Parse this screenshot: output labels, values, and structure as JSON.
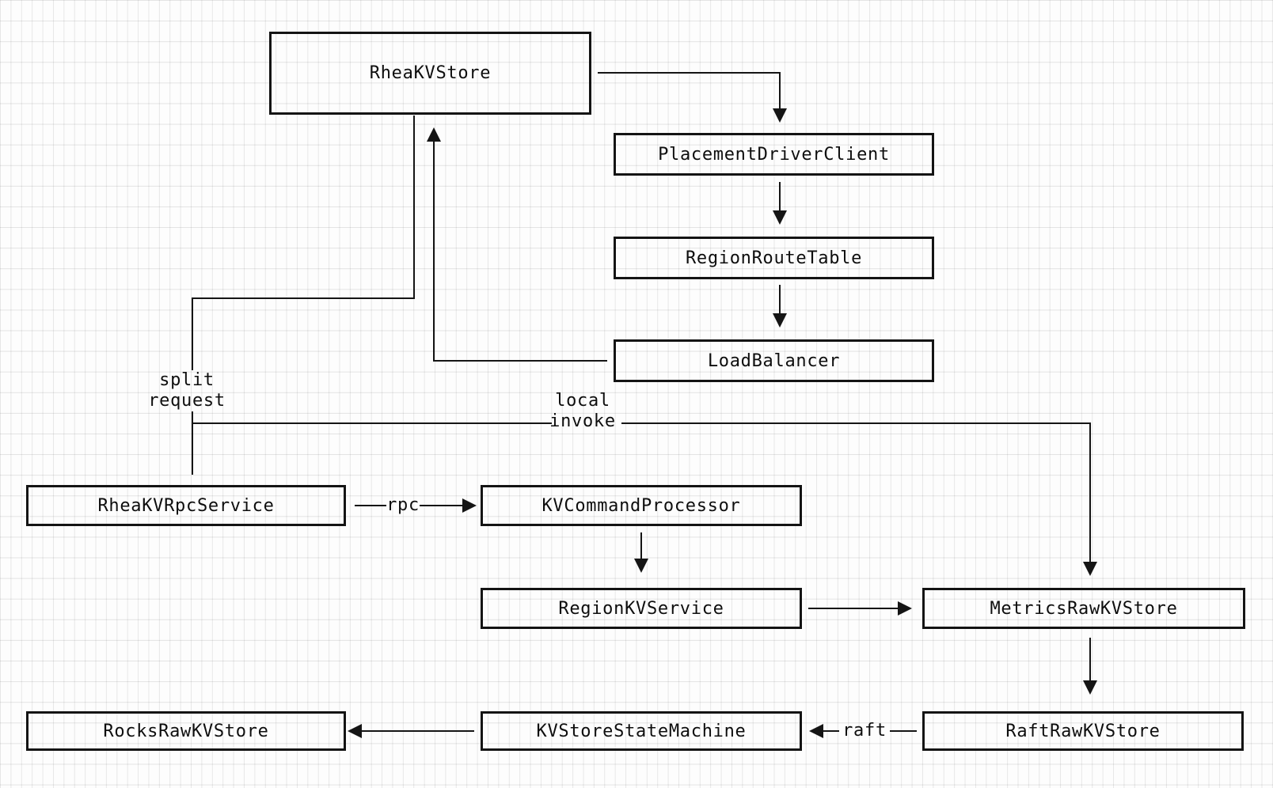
{
  "diagram": {
    "kind": "architecture-flowchart",
    "colors": {
      "background": "#fdfdfd",
      "grid_line": "#e2e2e2",
      "stroke": "#151515",
      "text": "#0e0e0e"
    },
    "nodes": [
      {
        "id": "rheakv-store",
        "label": "RheaKVStore"
      },
      {
        "id": "placement-driver-client",
        "label": "PlacementDriverClient"
      },
      {
        "id": "region-route-table",
        "label": "RegionRouteTable"
      },
      {
        "id": "load-balancer",
        "label": "LoadBalancer"
      },
      {
        "id": "rheakv-rpc-service",
        "label": "RheaKVRpcService"
      },
      {
        "id": "kv-command-processor",
        "label": "KVCommandProcessor"
      },
      {
        "id": "region-kv-service",
        "label": "RegionKVService"
      },
      {
        "id": "metrics-raw-kv-store",
        "label": "MetricsRawKVStore"
      },
      {
        "id": "rocks-raw-kv-store",
        "label": "RocksRawKVStore"
      },
      {
        "id": "kv-store-state-machine",
        "label": "KVStoreStateMachine"
      },
      {
        "id": "raft-raw-kv-store",
        "label": "RaftRawKVStore"
      }
    ],
    "edges": [
      {
        "from": "RheaKVStore",
        "to": "PlacementDriverClient",
        "label": ""
      },
      {
        "from": "PlacementDriverClient",
        "to": "RegionRouteTable",
        "label": ""
      },
      {
        "from": "RegionRouteTable",
        "to": "LoadBalancer",
        "label": ""
      },
      {
        "from": "LoadBalancer",
        "to": "RheaKVStore",
        "label": ""
      },
      {
        "from": "RheaKVStore",
        "to": "RheaKVRpcService",
        "label": "split request"
      },
      {
        "from": "RheaKVStore",
        "to": "MetricsRawKVStore",
        "label": "local invoke"
      },
      {
        "from": "RheaKVRpcService",
        "to": "KVCommandProcessor",
        "label": "rpc"
      },
      {
        "from": "KVCommandProcessor",
        "to": "RegionKVService",
        "label": ""
      },
      {
        "from": "RegionKVService",
        "to": "MetricsRawKVStore",
        "label": ""
      },
      {
        "from": "MetricsRawKVStore",
        "to": "RaftRawKVStore",
        "label": ""
      },
      {
        "from": "RaftRawKVStore",
        "to": "KVStoreStateMachine",
        "label": "raft"
      },
      {
        "from": "KVStoreStateMachine",
        "to": "RocksRawKVStore",
        "label": ""
      }
    ],
    "edge_labels": {
      "split_request_line1": "split",
      "split_request_line2": "request",
      "local_invoke_line1": "local",
      "local_invoke_line2": "invoke",
      "rpc": "rpc",
      "raft": "raft"
    }
  }
}
